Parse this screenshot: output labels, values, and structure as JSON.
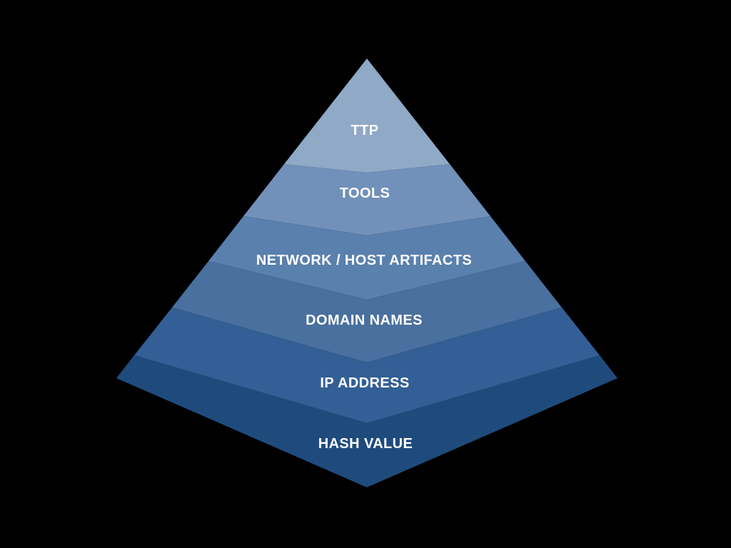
{
  "diagram": {
    "type": "pyramid",
    "background_color": "#000000",
    "label_color": "#ffffff",
    "levels": [
      {
        "label": "TTP",
        "color": "#8FA9C6"
      },
      {
        "label": "TOOLS",
        "color": "#7191BA"
      },
      {
        "label": "NETWORK / HOST ARTIFACTS",
        "color": "#5A80AE"
      },
      {
        "label": "DOMAIN NAMES",
        "color": "#49709E"
      },
      {
        "label": "IP ADDRESS",
        "color": "#335F96"
      },
      {
        "label": "HASH VALUE",
        "color": "#1F4B7C"
      }
    ]
  }
}
